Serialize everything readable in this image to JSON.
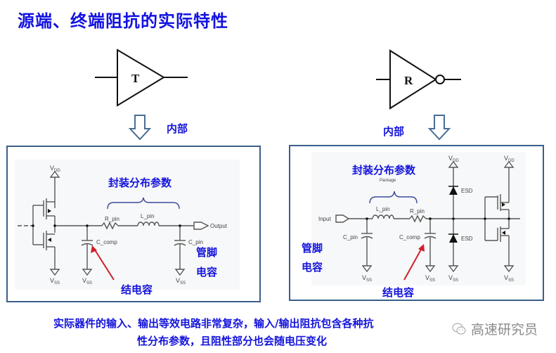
{
  "title": "源端、终端阻抗的实际特性",
  "colors": {
    "title_blue": "#1212e0",
    "panel_border": "#3a5f8a",
    "arrow_outline": "#4a6d94",
    "annotation_red": "#d0202a",
    "wire": "#555555"
  },
  "transmitter": {
    "symbol": "buffer",
    "label": "T",
    "internal_label": "内部",
    "arrow_icon": "down-arrow-outline"
  },
  "receiver": {
    "symbol": "inverter",
    "label": "R",
    "internal_label": "内部",
    "arrow_icon": "down-arrow-outline"
  },
  "left_circuit": {
    "package_label": "封装分布参数",
    "vdd": "V",
    "vdd_sub": "DD",
    "vss": "V",
    "vss_sub": "SS",
    "r_pin": "R_pin",
    "l_pin": "L_pin",
    "c_comp": "C_comp",
    "c_pin": "C_pin",
    "output": "Output",
    "pin_cap_label_1": "管脚",
    "pin_cap_label_2": "电容",
    "junction_cap_label": "结电容"
  },
  "right_circuit": {
    "package_label": "封装分布参数",
    "package_small": "Package",
    "input": "Input",
    "l_pin": "L_pin",
    "r_pin": "R_pin",
    "c_pin": "C_pin",
    "c_comp": "C_comp",
    "esd_top": "ESD",
    "esd_bottom": "ESD",
    "vdd": "V",
    "vdd_sub": "DD",
    "vss": "V",
    "vss_sub": "SS",
    "pin_cap_label_1": "管脚",
    "pin_cap_label_2": "电容",
    "junction_cap_label": "结电容"
  },
  "caption": {
    "line1": "实际器件的输入、输出等效电路非常复杂，输入/输出阻抗包含各种抗",
    "line2": "性分布参数，且阻性部分也会随电压变化"
  },
  "watermark": {
    "icon": "wechat-icon",
    "text": "高速研究员"
  }
}
